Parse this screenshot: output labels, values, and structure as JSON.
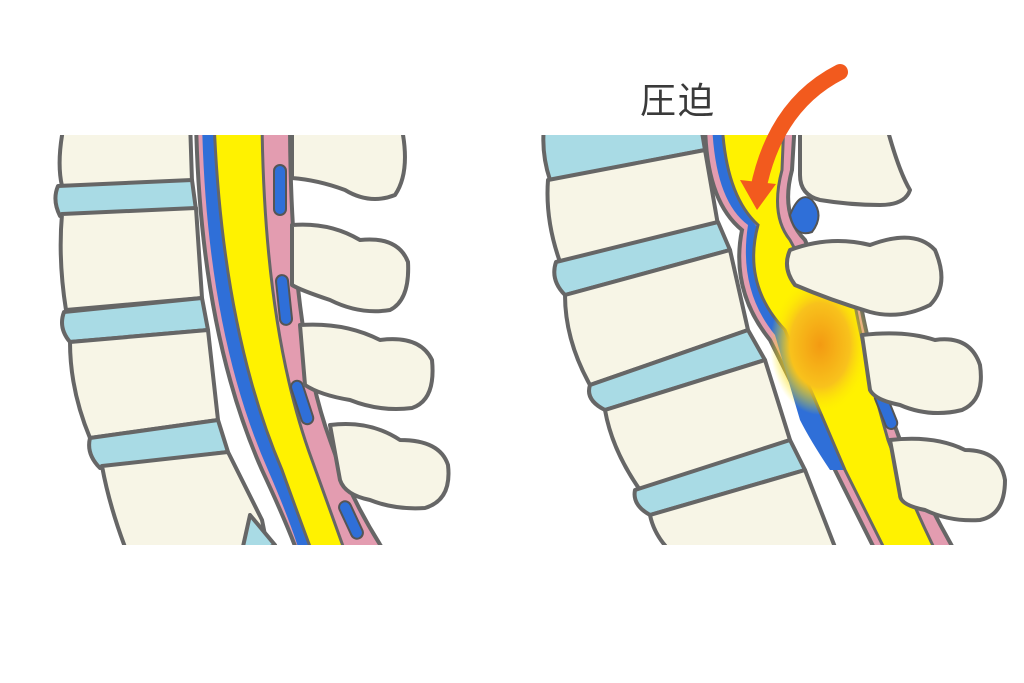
{
  "annotation": {
    "label": "圧迫"
  },
  "panels": [
    "normal-spine",
    "compressed-spine"
  ],
  "colors": {
    "bone": "#f7f5e6",
    "disc": "#a9dbe5",
    "cord": "#fff200",
    "dura": "#e39cb0",
    "vein": "#2f6fd8",
    "arrow": "#f25a1e",
    "compression": "#f7a21a",
    "outline": "#666666"
  }
}
